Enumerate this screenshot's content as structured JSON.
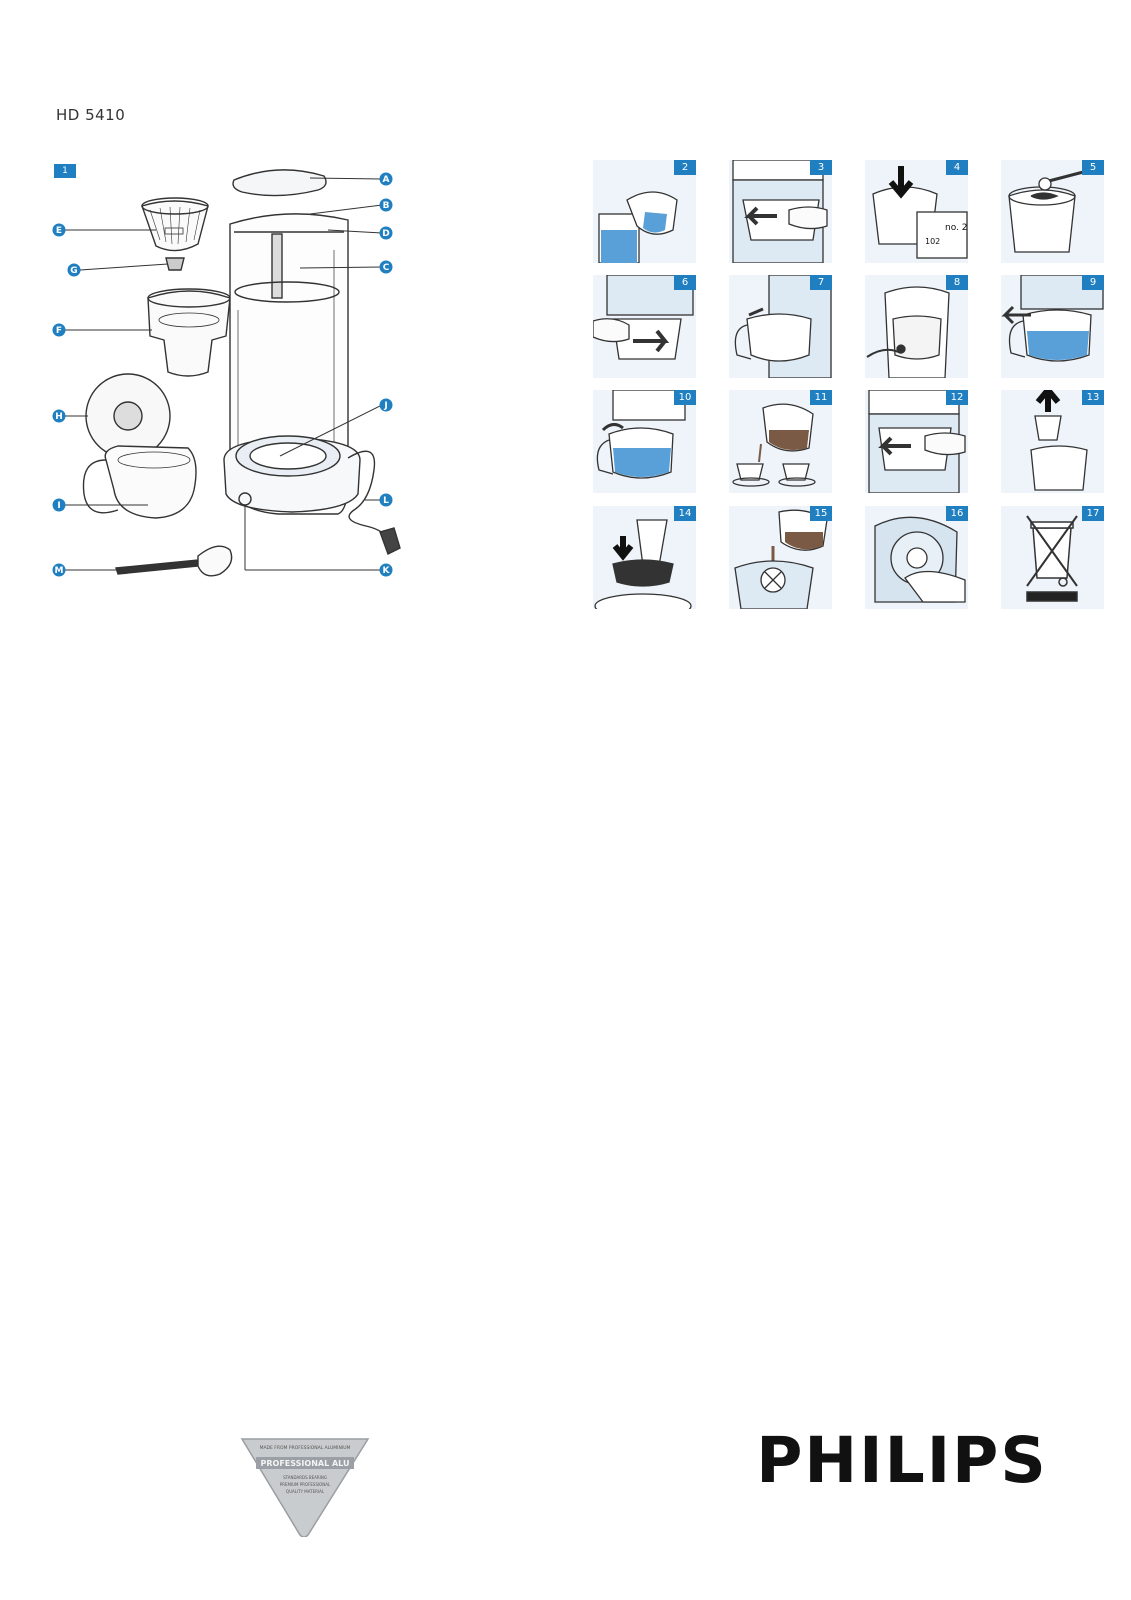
{
  "model": "HD 5410",
  "figure_badge": "1",
  "part_labels": [
    "A",
    "B",
    "D",
    "C",
    "E",
    "G",
    "F",
    "J",
    "H",
    "I",
    "L",
    "M",
    "K"
  ],
  "steps": [
    "2",
    "3",
    "4",
    "5",
    "6",
    "7",
    "8",
    "9",
    "10",
    "11",
    "12",
    "13",
    "14",
    "15",
    "16",
    "17"
  ],
  "step_texts": {
    "filter_size": "no. 2",
    "filter_code": "102"
  },
  "seal": {
    "top_text": "MADE FROM PROFESSIONAL ALUMINIUM",
    "title": "PROFESSIONAL ALU",
    "lines": [
      "STANDARDS BEARING",
      "PREMIUM PROFESSIONAL",
      "QUALITY MATERIAL"
    ]
  },
  "brand": "PHILIPS",
  "colors": {
    "accent": "#1f7fc0",
    "water": "#5aa0d8",
    "panel": "#eef4fa"
  }
}
